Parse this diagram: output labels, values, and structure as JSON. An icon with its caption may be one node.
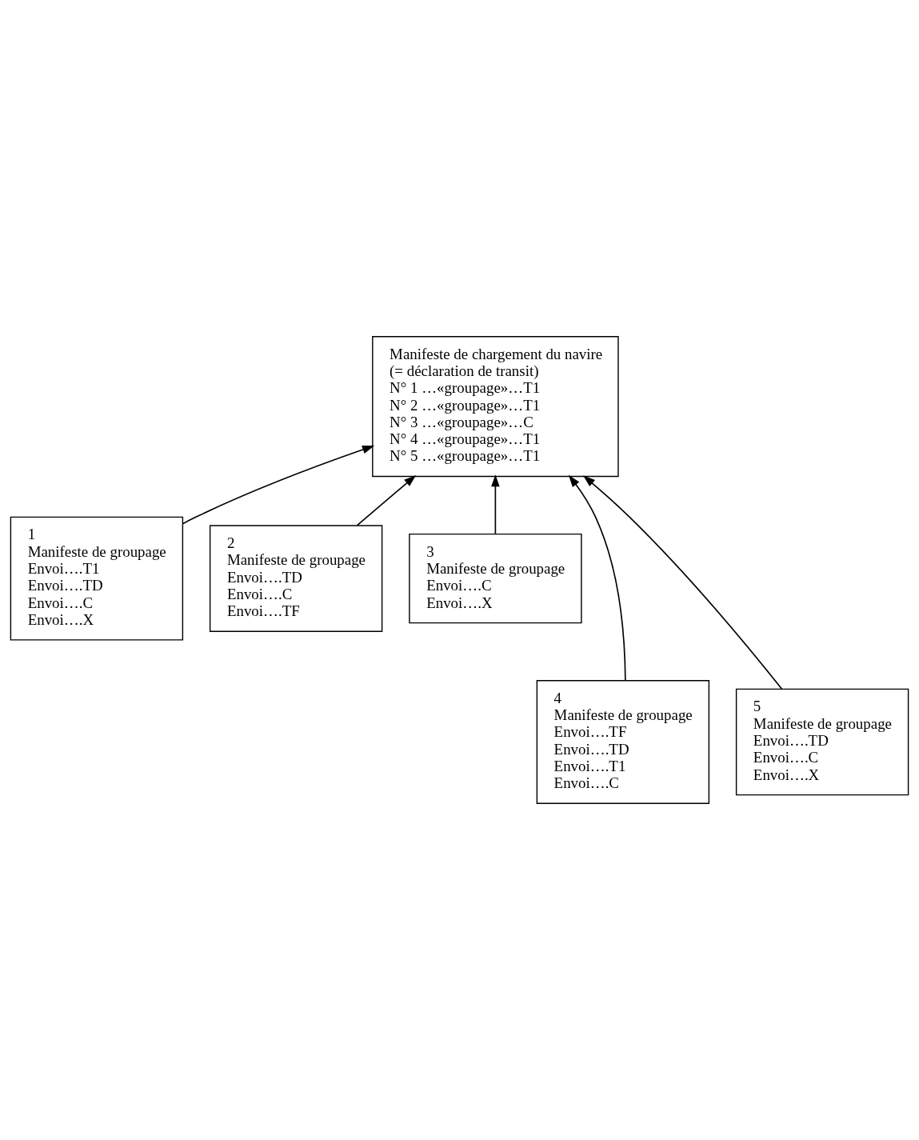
{
  "diagram": {
    "nodes": [
      {
        "text": [
          "Manifeste de chargement du navire",
          "(= déclaration de transit)",
          "N° 1 …«groupage»…T1",
          "N° 2 …«groupage»…T1",
          "N° 3 …«groupage»…C",
          "N° 4 …«groupage»…T1",
          "N° 5 …«groupage»…T1"
        ]
      },
      {
        "text": [
          "1",
          "Manifeste de groupage",
          "Envoi….T1",
          "Envoi….TD",
          "Envoi….C",
          "Envoi….X"
        ]
      },
      {
        "text": [
          "2",
          "Manifeste de groupage",
          "Envoi….TD",
          "Envoi….C",
          "Envoi….TF"
        ]
      },
      {
        "text": [
          "3",
          "Manifeste de groupage",
          "Envoi….C",
          "Envoi….X"
        ]
      },
      {
        "text": [
          "4",
          "Manifeste de groupage",
          "Envoi….TF",
          "Envoi….TD",
          "Envoi….T1",
          "Envoi….C"
        ]
      },
      {
        "text": [
          "5",
          "Manifeste de groupage",
          "Envoi….TD",
          "Envoi….C",
          "Envoi….X"
        ]
      }
    ],
    "edges": [
      {
        "from": 1,
        "to": 0,
        "arrow": "to"
      },
      {
        "from": 4,
        "to": 0,
        "arrow": "to"
      },
      {
        "from": 2,
        "to": 0,
        "arrow": "to"
      },
      {
        "from": 5,
        "to": 0,
        "arrow": "to"
      },
      {
        "from": 3,
        "to": 0,
        "arrow": "to"
      }
    ]
  }
}
